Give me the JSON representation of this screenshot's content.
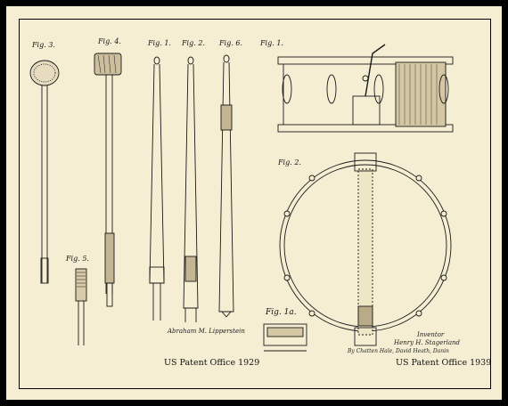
{
  "poster": {
    "caption_left": "US Patent Office 1929",
    "caption_right": "US Patent Office 1939",
    "signature_left": "Abraham M. Lipperstein",
    "inventor_label": "Inventor",
    "inventor_right": "Henry H. Stagerland",
    "attorney_right": "By Chatten Hale, David Heath, Danin"
  },
  "figures": {
    "fig3": "Fig. 3.",
    "fig4": "Fig. 4.",
    "fig1": "Fig. 1.",
    "fig2": "Fig. 2.",
    "fig6": "Fig. 6.",
    "fig1_right": "Fig. 1.",
    "fig2_right": "Fig. 2.",
    "fig5": "Fig. 5.",
    "fig1a": "Fig. 1a."
  },
  "colors": {
    "paper": "#f5eed3",
    "ink": "#1a1a1a",
    "frame": "#000000"
  }
}
